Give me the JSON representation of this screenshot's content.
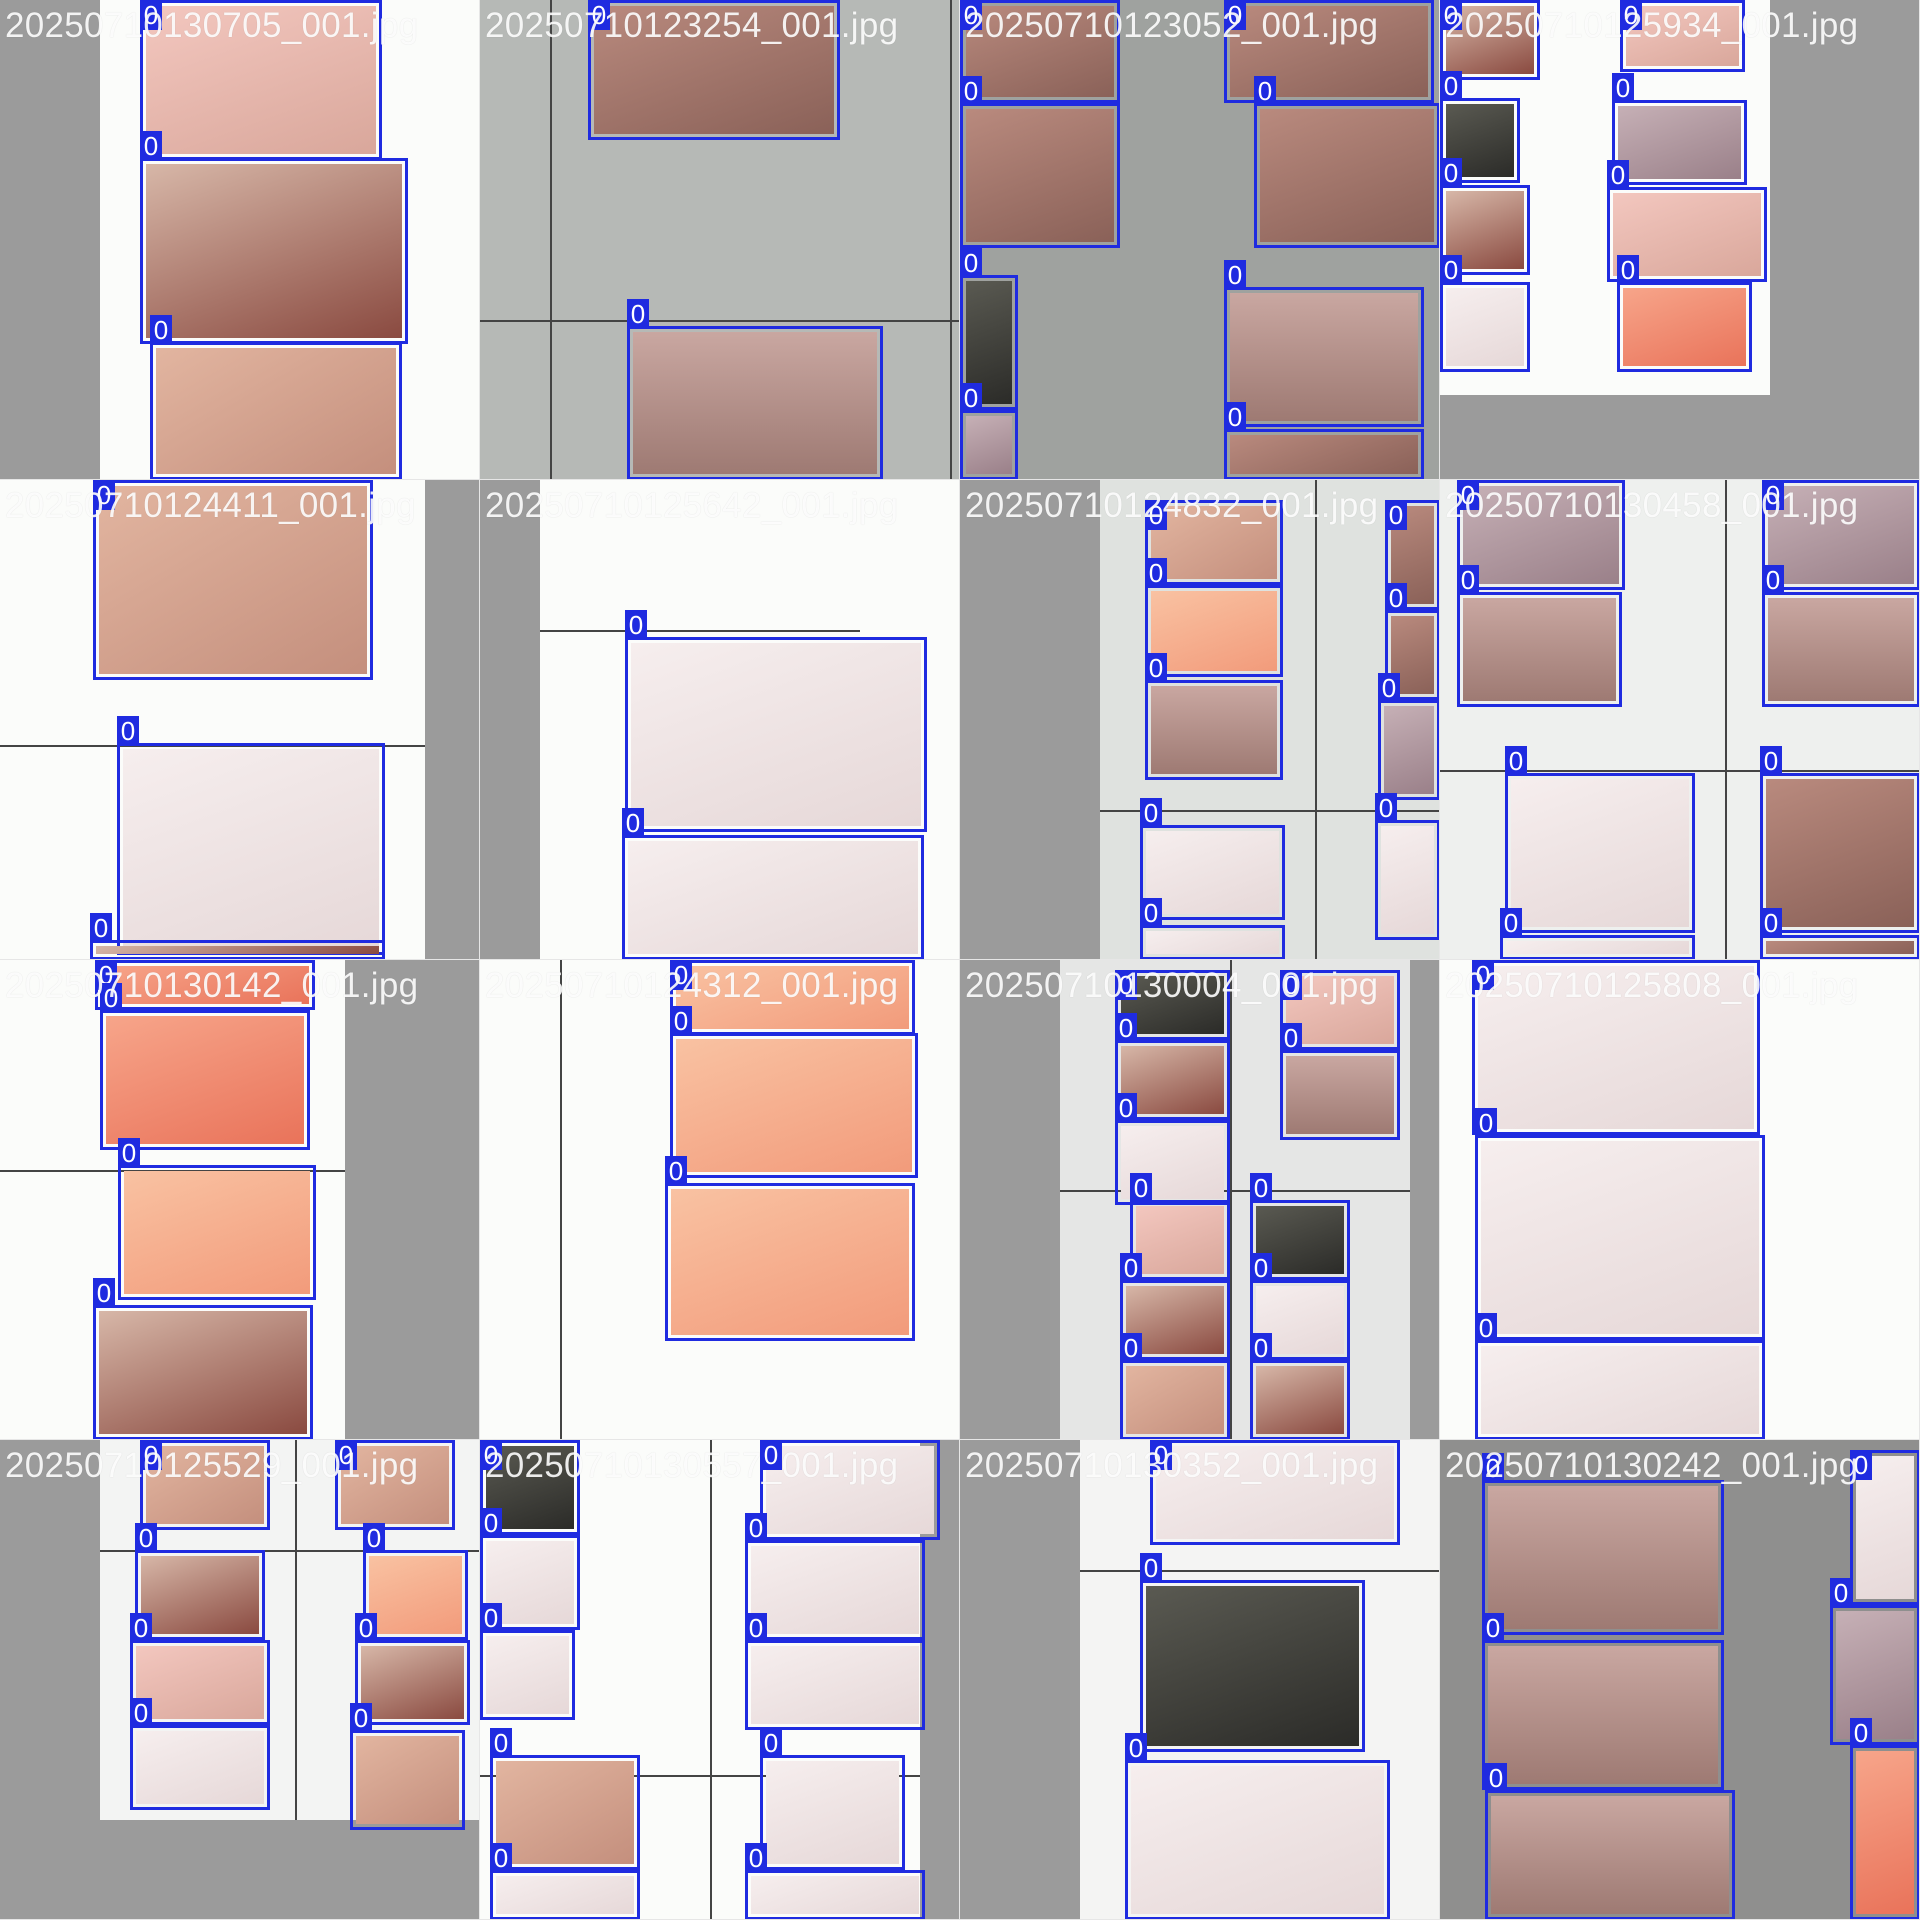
{
  "detection_label": "0",
  "colors": {
    "box": "#1f2be0",
    "scanner_gray": "#9b9b9b",
    "paper_white": "#fbfcfa"
  },
  "tiles": [
    {
      "filename": "20250710130705_001.jpg"
    },
    {
      "filename": "20250710123254_001.jpg"
    },
    {
      "filename": "20250710123052_001.jpg"
    },
    {
      "filename": "20250710125934_001.jpg"
    },
    {
      "filename": "20250710124411_001.jpg"
    },
    {
      "filename": "20250710125642_001.jpg"
    },
    {
      "filename": "20250710124832_001.jpg"
    },
    {
      "filename": "20250710130458_001.jpg"
    },
    {
      "filename": "20250710130142_001.jpg"
    },
    {
      "filename": "20250710124312_001.jpg"
    },
    {
      "filename": "20250710130004_001.jpg"
    },
    {
      "filename": "20250710125808_001.jpg"
    },
    {
      "filename": "20250710125529_001.jpg"
    },
    {
      "filename": "20250710130557_001.jpg"
    },
    {
      "filename": "20250710130352_001.jpg"
    },
    {
      "filename": "20250710130242_001.jpg"
    }
  ]
}
